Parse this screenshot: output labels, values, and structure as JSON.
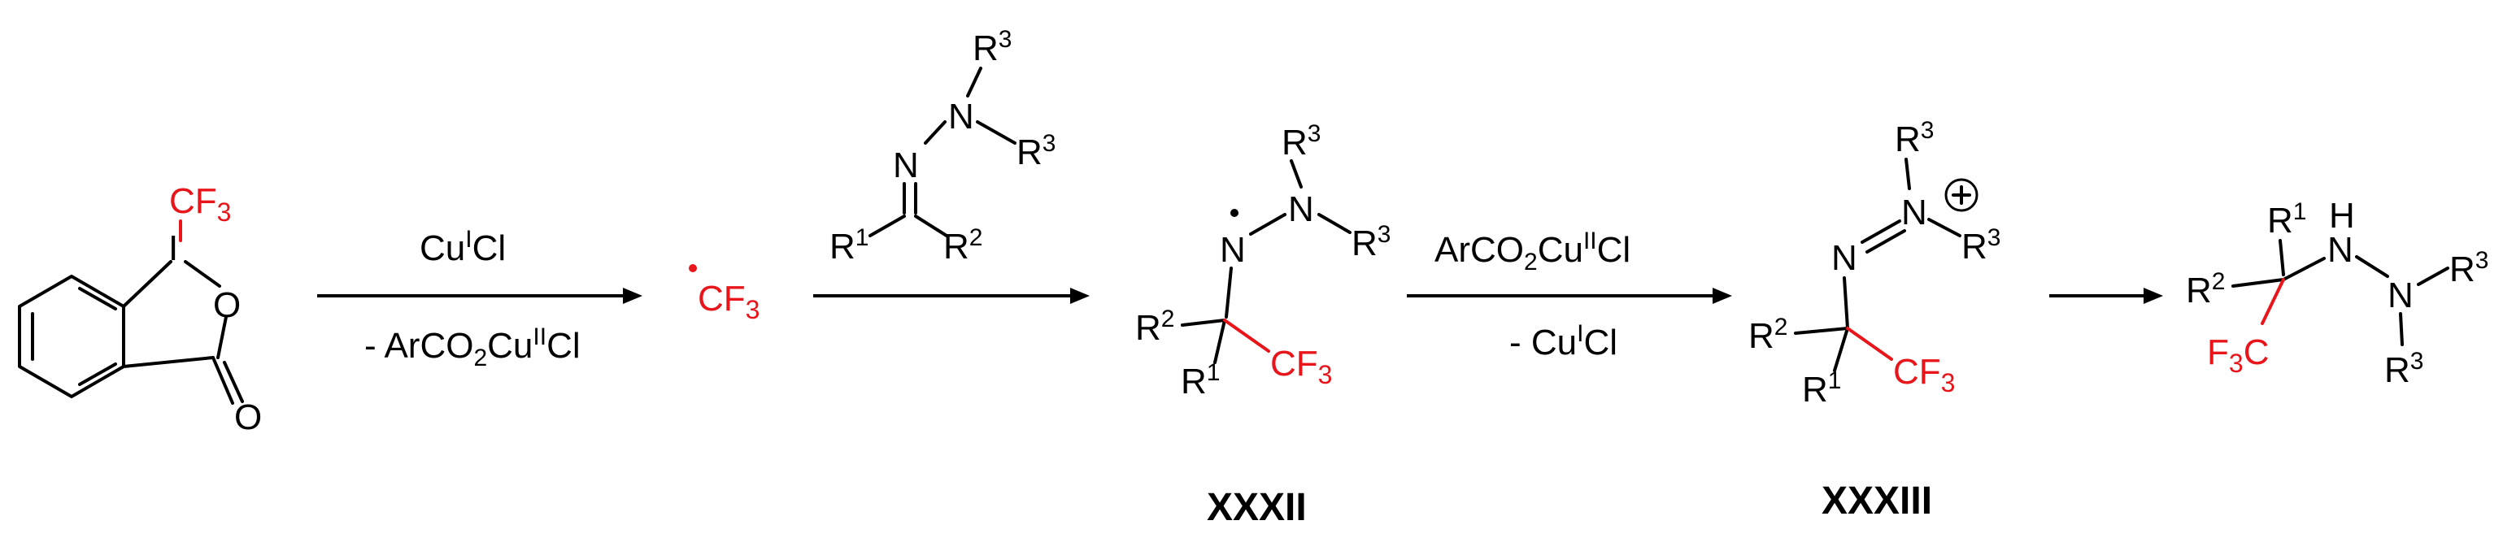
{
  "reagent": {
    "group": "CF3",
    "ring_atoms": {
      "iodine": "I",
      "oxygen": "O",
      "carbonyl_oxygen": "O"
    }
  },
  "steps": [
    {
      "reagent_above": "CuICl",
      "reagent_below": "- ArCO2CuIICl"
    },
    {
      "reagent_above": "",
      "reagent_below": ""
    },
    {
      "reagent_above": "ArCO2CuIICl",
      "reagent_below": "- CuICl"
    },
    {
      "reagent_above": "",
      "reagent_below": ""
    }
  ],
  "radical": "CF3",
  "hydrazone": {
    "n1": "N",
    "n2": "N",
    "r3_top": "R3",
    "r3_right": "R3",
    "r1": "R1",
    "r2": "R2"
  },
  "intermediate_XXXII": {
    "label": "XXXII",
    "n_radical": "N",
    "n2": "N",
    "r3_top": "R3",
    "r3_right": "R3",
    "r2": "R2",
    "r1": "R1",
    "cf3": "CF3"
  },
  "intermediate_XXXIII": {
    "label": "XXXIII",
    "n1": "N",
    "n2": "N",
    "charge": "+",
    "r3_top": "R3",
    "r3_right": "R3",
    "r2": "R2",
    "r1": "R1",
    "cf3": "CF3"
  },
  "product": {
    "nh": "N",
    "h": "H",
    "n2": "N",
    "r1": "R1",
    "r2": "R2",
    "r3_right": "R3",
    "r3_bottom": "R3",
    "cf3": "F3C"
  }
}
